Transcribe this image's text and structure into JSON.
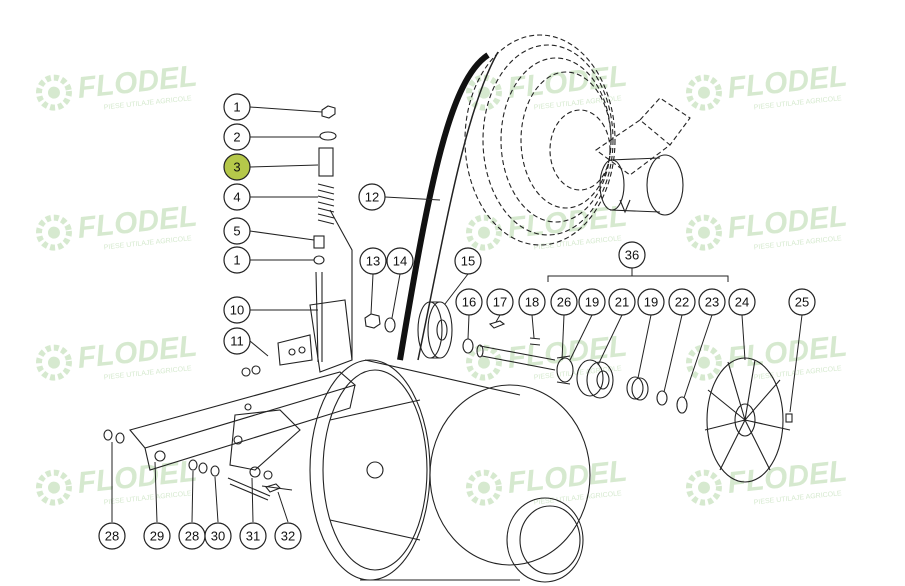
{
  "watermark": {
    "brand": "FLODEL",
    "tagline": "PIESE UTILAJE AGRICOLE",
    "color": "#cfe6c7"
  },
  "highlight_color": "#b5c84a",
  "callouts": [
    {
      "label": "1",
      "highlight": false
    },
    {
      "label": "2",
      "highlight": false
    },
    {
      "label": "3",
      "highlight": true
    },
    {
      "label": "4",
      "highlight": false
    },
    {
      "label": "5",
      "highlight": false
    },
    {
      "label": "1",
      "highlight": false
    },
    {
      "label": "10",
      "highlight": false
    },
    {
      "label": "11",
      "highlight": false
    },
    {
      "label": "12",
      "highlight": false
    },
    {
      "label": "13",
      "highlight": false
    },
    {
      "label": "14",
      "highlight": false
    },
    {
      "label": "15",
      "highlight": false
    },
    {
      "label": "16",
      "highlight": false
    },
    {
      "label": "17",
      "highlight": false
    },
    {
      "label": "18",
      "highlight": false
    },
    {
      "label": "26",
      "highlight": false
    },
    {
      "label": "19",
      "highlight": false
    },
    {
      "label": "21",
      "highlight": false
    },
    {
      "label": "19",
      "highlight": false
    },
    {
      "label": "22",
      "highlight": false
    },
    {
      "label": "23",
      "highlight": false
    },
    {
      "label": "24",
      "highlight": false
    },
    {
      "label": "25",
      "highlight": false
    },
    {
      "label": "36",
      "highlight": false
    },
    {
      "label": "28",
      "highlight": false
    },
    {
      "label": "29",
      "highlight": false
    },
    {
      "label": "28",
      "highlight": false
    },
    {
      "label": "30",
      "highlight": false
    },
    {
      "label": "31",
      "highlight": false
    },
    {
      "label": "32",
      "highlight": false
    }
  ]
}
